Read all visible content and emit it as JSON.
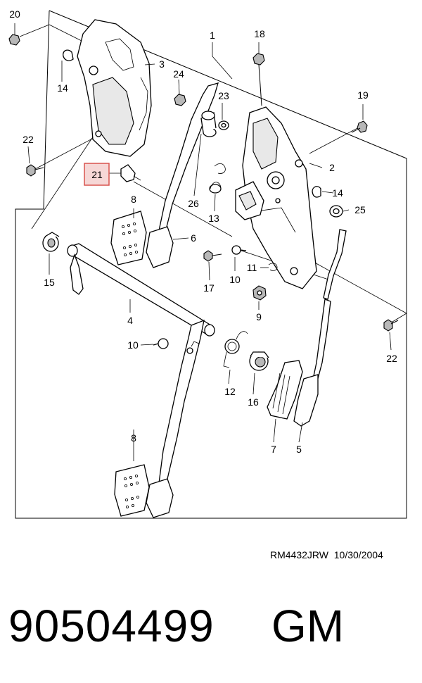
{
  "diagram": {
    "callouts": [
      {
        "id": "c1",
        "text": "1"
      },
      {
        "id": "c2",
        "text": "2"
      },
      {
        "id": "c3",
        "text": "3"
      },
      {
        "id": "c4",
        "text": "4"
      },
      {
        "id": "c5",
        "text": "5"
      },
      {
        "id": "c6",
        "text": "6"
      },
      {
        "id": "c7",
        "text": "7"
      },
      {
        "id": "c8a",
        "text": "8"
      },
      {
        "id": "c8b",
        "text": "8"
      },
      {
        "id": "c9",
        "text": "9"
      },
      {
        "id": "c10a",
        "text": "10"
      },
      {
        "id": "c10b",
        "text": "10"
      },
      {
        "id": "c11",
        "text": "11"
      },
      {
        "id": "c12",
        "text": "12"
      },
      {
        "id": "c13",
        "text": "13"
      },
      {
        "id": "c14a",
        "text": "14"
      },
      {
        "id": "c14b",
        "text": "14"
      },
      {
        "id": "c15",
        "text": "15"
      },
      {
        "id": "c16",
        "text": "16"
      },
      {
        "id": "c17",
        "text": "17"
      },
      {
        "id": "c18",
        "text": "18"
      },
      {
        "id": "c19",
        "text": "19"
      },
      {
        "id": "c20",
        "text": "20"
      },
      {
        "id": "c21",
        "text": "21"
      },
      {
        "id": "c22a",
        "text": "22"
      },
      {
        "id": "c22b",
        "text": "22"
      },
      {
        "id": "c23",
        "text": "23"
      },
      {
        "id": "c24",
        "text": "24"
      },
      {
        "id": "c25",
        "text": "25"
      },
      {
        "id": "c26",
        "text": "26"
      }
    ],
    "highlighted_callout": "21",
    "highlight_color": "#d9534f",
    "highlight_fill": "#f6d7d6",
    "reference_code": "RM4432JRW  10/30/2004"
  },
  "footer": {
    "part_number": "90504499",
    "brand": "GM"
  }
}
